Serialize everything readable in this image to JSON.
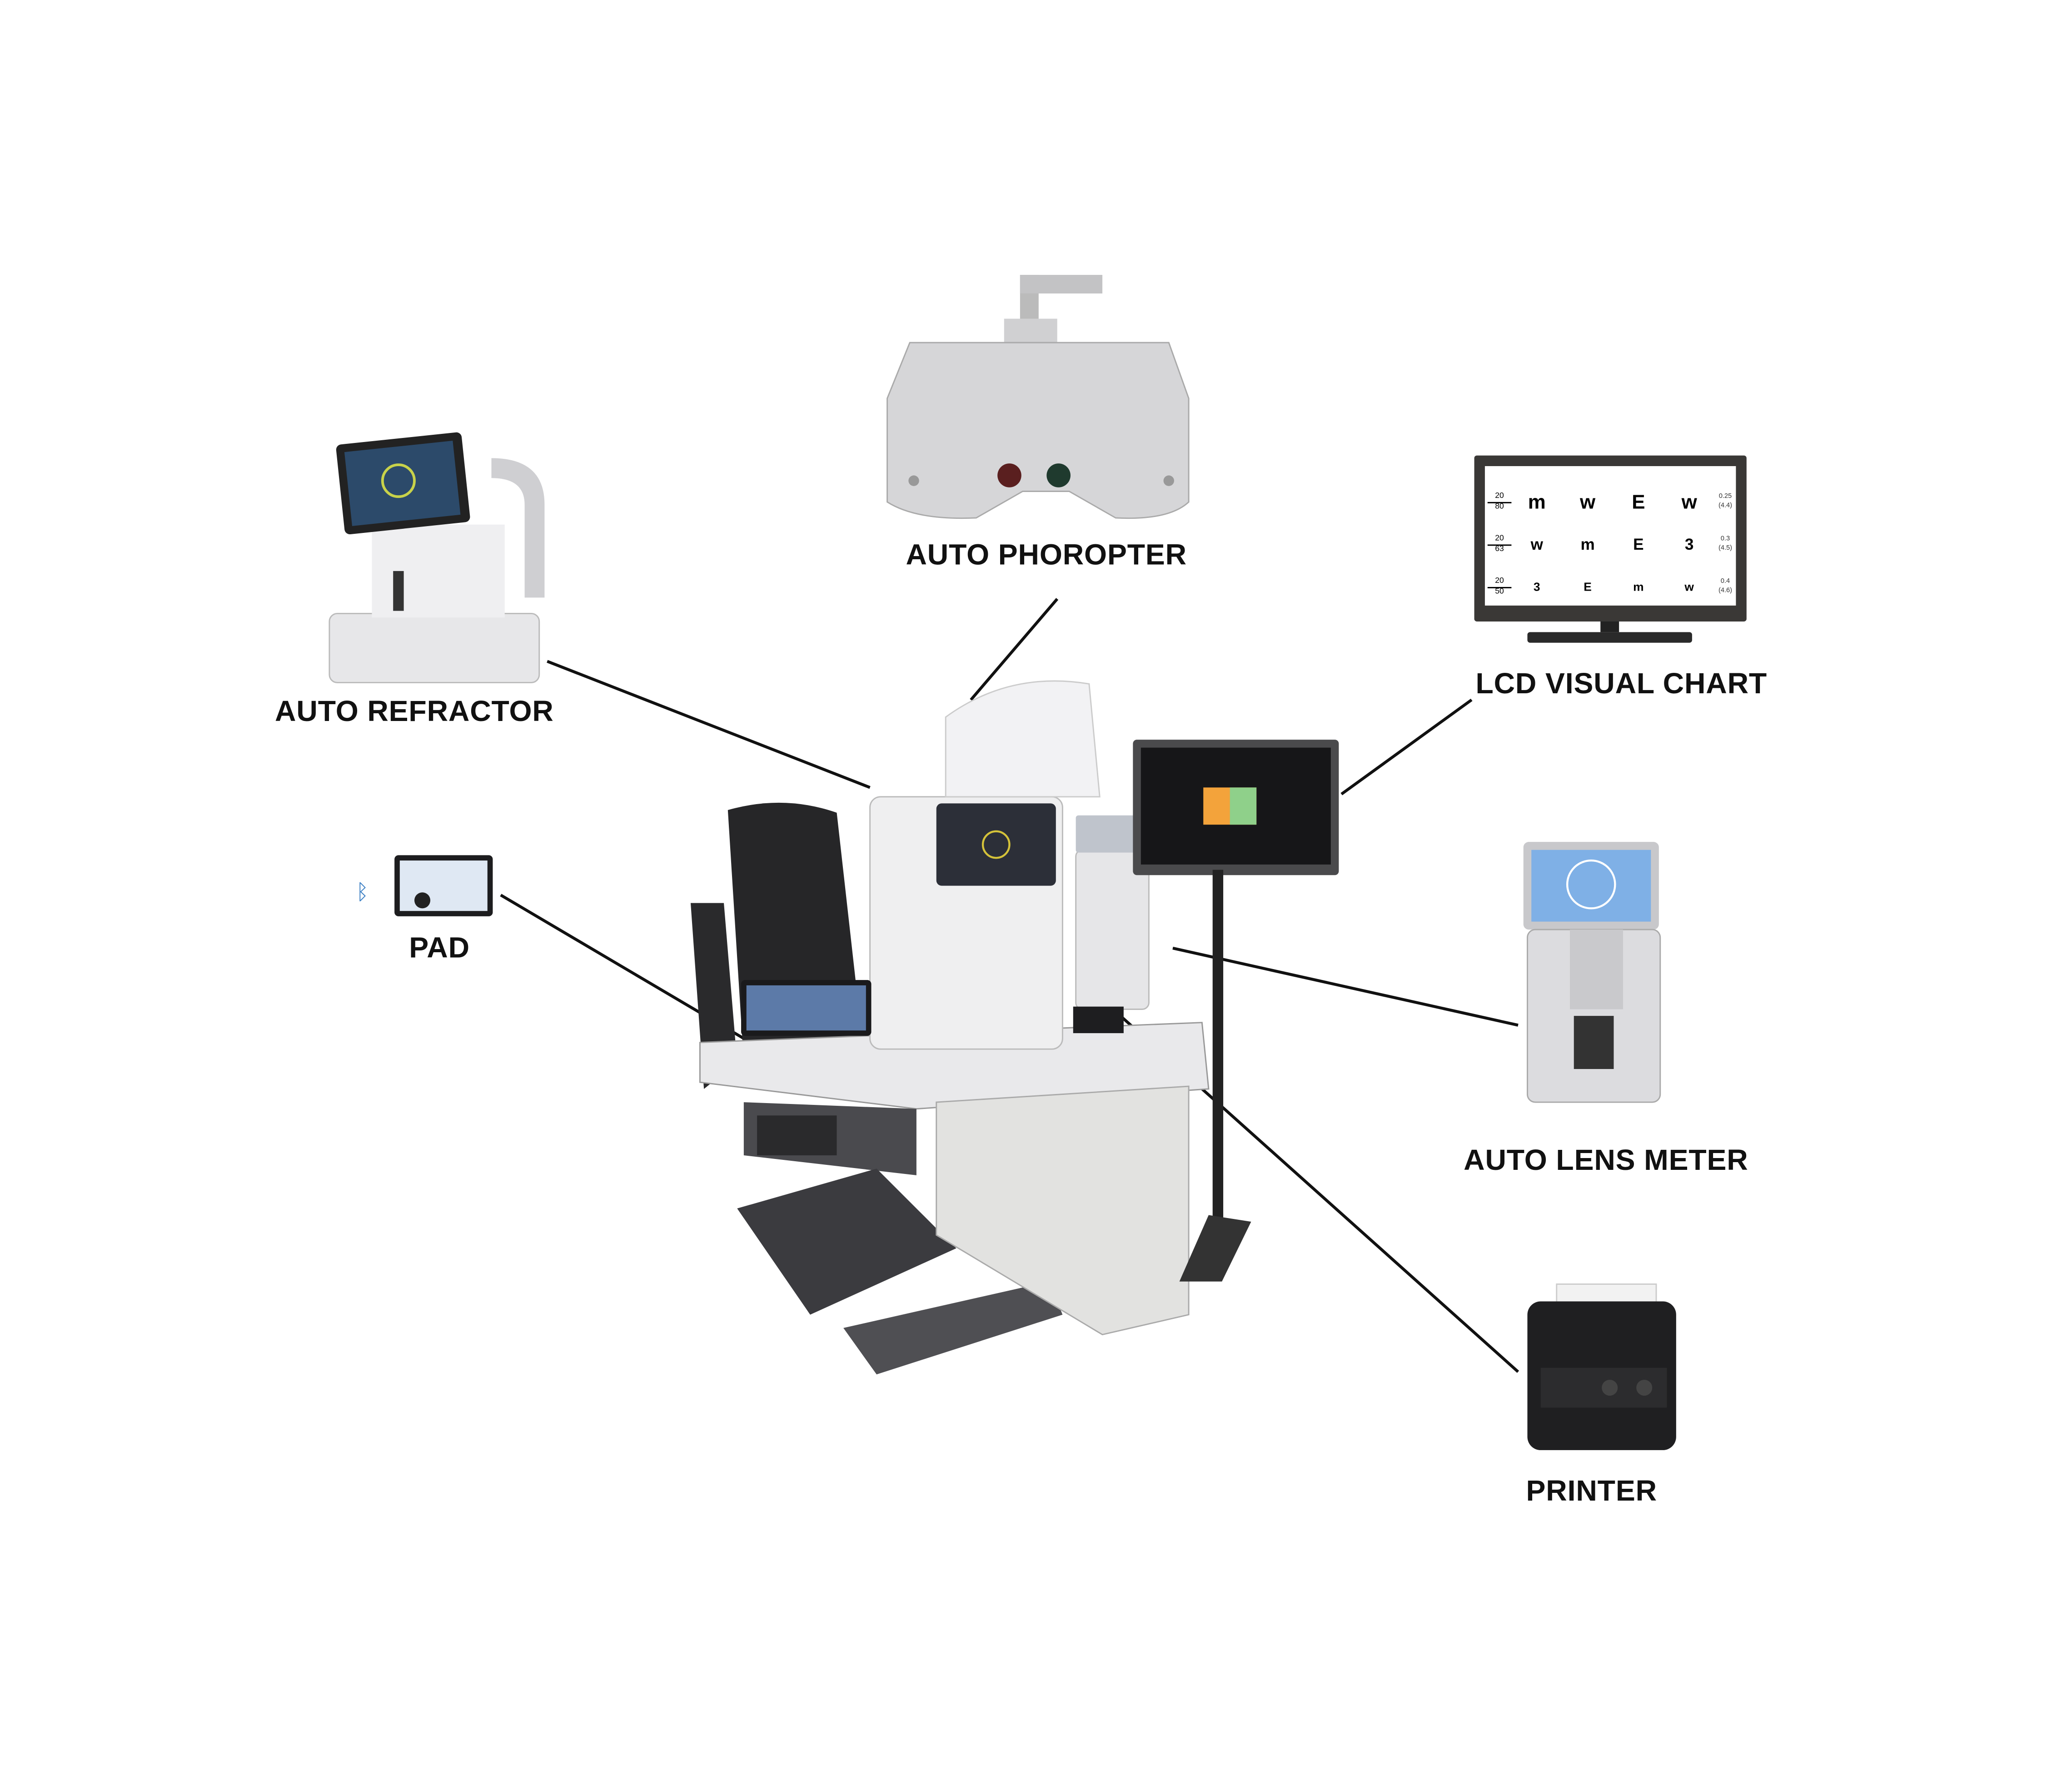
{
  "labels": {
    "auto_phoropter": "AUTO PHOROPTER",
    "auto_refractor": "AUTO REFRACTOR",
    "lcd_visual_chart": "LCD VISUAL CHART",
    "pad": "PAD",
    "auto_lens_meter": "AUTO LENS METER",
    "printer": "PRINTER"
  },
  "lcd_chart": {
    "rows": [
      {
        "num": "20",
        "den": "80",
        "optotypes": [
          "m",
          "w",
          "E",
          "w"
        ],
        "decimal": "0.25",
        "log": "(4.4)"
      },
      {
        "num": "20",
        "den": "63",
        "optotypes": [
          "w",
          "m",
          "E",
          "3"
        ],
        "decimal": "0.3",
        "log": "(4.5)"
      },
      {
        "num": "20",
        "den": "50",
        "optotypes": [
          "3",
          "E",
          "m",
          "w"
        ],
        "decimal": "0.4",
        "log": "(4.6)"
      }
    ]
  },
  "colors": {
    "line": "#111111",
    "device_gray": "#d8d8da",
    "dark": "#2e2e30",
    "screen_blue": "#3b6fb0"
  }
}
